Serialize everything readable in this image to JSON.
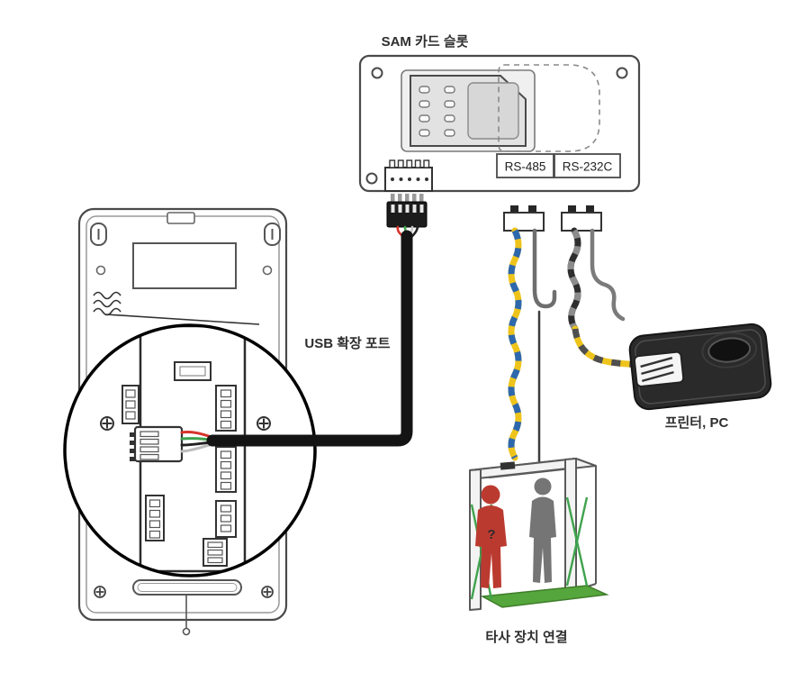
{
  "labels": {
    "sam_slot": "SAM 카드 슬롯",
    "rs485": "RS-485",
    "rs232c": "RS-232C",
    "usb_port": "USB 확장 포트",
    "printer_pc": "프린터, PC",
    "third_party": "타사 장치 연결",
    "question_mark": "?"
  },
  "colors": {
    "outline": "#4a4a4a",
    "cable_black": "#141414",
    "wire_yellow": "#eec41c",
    "wire_blue": "#2d68ad",
    "wire_gray": "#4f4f4f",
    "wire_red": "#d8342c",
    "wire_green": "#3fa34d",
    "gate_green": "#55a63c",
    "figure_red": "#bb3a30",
    "figure_gray": "#757575"
  }
}
